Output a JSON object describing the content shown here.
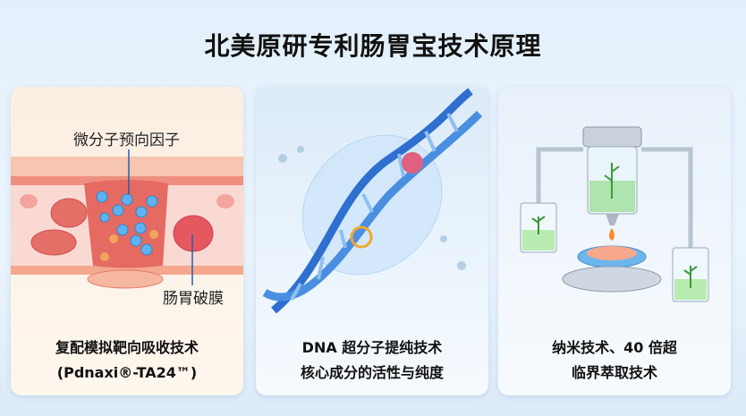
{
  "title": "北美原研专利肠胃宝技术原理",
  "cards": [
    {
      "labels": {
        "top": "微分子预向因子",
        "bottom": "肠胃破膜"
      },
      "caption": [
        "复配模拟靶向吸收技术",
        "(Pdnaxi®-TA24™)"
      ]
    },
    {
      "caption": [
        "DNA 超分子提纯技术",
        "核心成分的活性与纯度"
      ]
    },
    {
      "caption": [
        "纳米技术、40 倍超",
        "临界萃取技术"
      ]
    }
  ]
}
